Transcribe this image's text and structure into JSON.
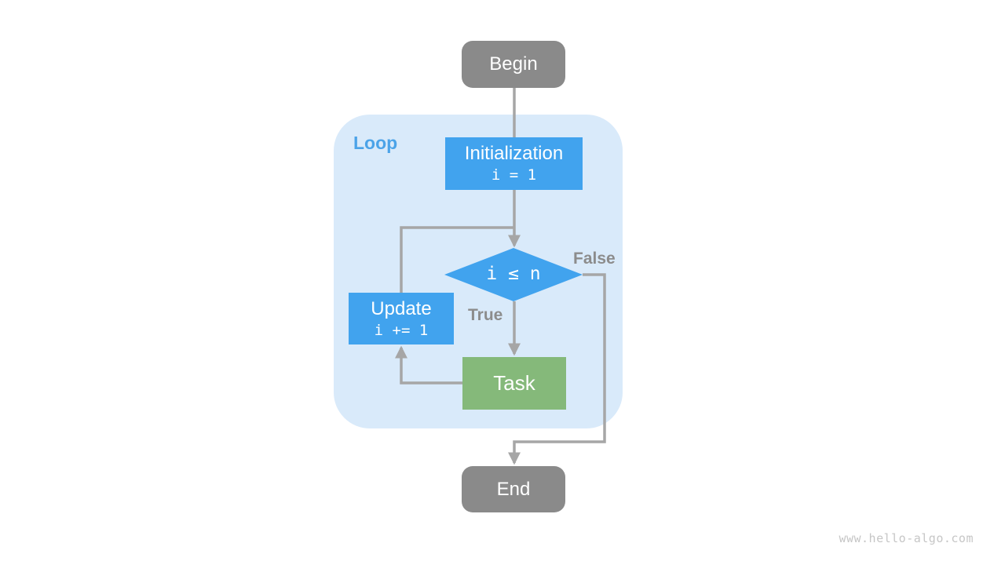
{
  "colors": {
    "terminal_node": "#8a8a8a",
    "process_node": "#41a3ee",
    "task_node": "#85b97a",
    "loop_background": "#d9eafa",
    "loop_label": "#4ba3e8",
    "connector": "#a6a6a6",
    "edge_label": "#8c8c8c",
    "watermark": "#c6c6c6"
  },
  "flowchart": {
    "begin": {
      "label": "Begin"
    },
    "loop": {
      "label": "Loop"
    },
    "initialization": {
      "title": "Initialization",
      "code": "i = 1"
    },
    "condition": {
      "expression": "i ≤ n"
    },
    "update": {
      "title": "Update",
      "code": "i += 1"
    },
    "task": {
      "label": "Task"
    },
    "end": {
      "label": "End"
    },
    "edges": {
      "true_label": "True",
      "false_label": "False"
    }
  },
  "footer": {
    "watermark": "www.hello-algo.com"
  }
}
